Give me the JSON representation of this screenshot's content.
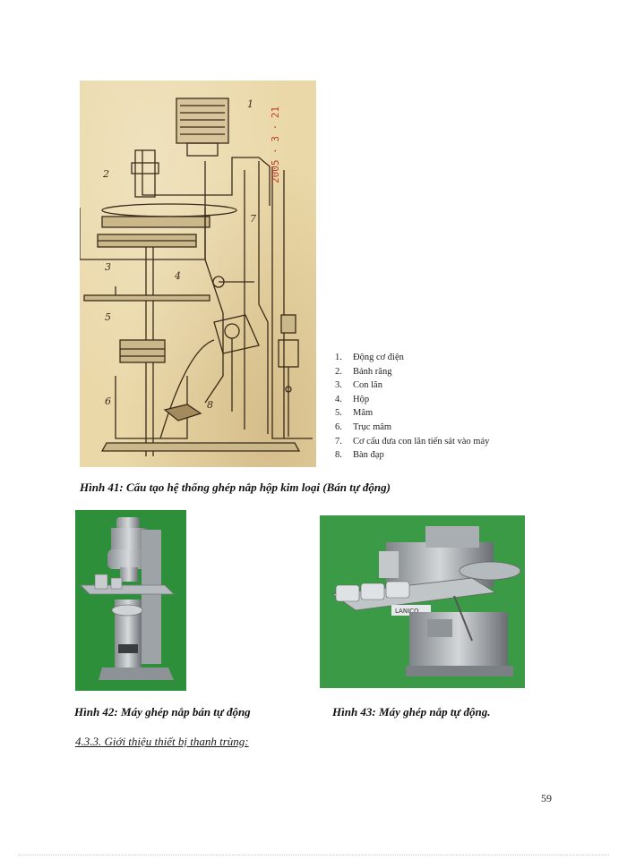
{
  "figure41": {
    "caption": "Hình 41: Cấu tạo hệ thống ghép nắp hộp kim loại (Bán tự động)",
    "stamp": "2005 · 3 · 21",
    "callouts": [
      "1",
      "2",
      "3",
      "4",
      "5",
      "6",
      "7",
      "8"
    ],
    "legend": [
      {
        "num": "1.",
        "text": "Động cơ điện"
      },
      {
        "num": "2.",
        "text": "Bánh răng"
      },
      {
        "num": "3.",
        "text": "Con lăn"
      },
      {
        "num": "4.",
        "text": "Hộp"
      },
      {
        "num": "5.",
        "text": "Mâm"
      },
      {
        "num": "6.",
        "text": "Trục mâm"
      },
      {
        "num": "7.",
        "text": "Cơ cấu đưa con lăn tiến sát vào máy"
      },
      {
        "num": "8.",
        "text": "Bàn đạp"
      }
    ]
  },
  "figure42": {
    "caption": "Hình 42: Máy ghép nắp bán tự động"
  },
  "figure43": {
    "caption": "Hình 43: Máy ghép nắp tự động.",
    "badge": "LANICO"
  },
  "section_heading": "4.3.3. Giới thiệu thiết bị thanh trùng:",
  "page_number": "59",
  "colors": {
    "paper": "#ead8a8",
    "ink": "#3a2a1a",
    "photo_bg": "#2e8f3a",
    "stamp": "#c0392b"
  }
}
